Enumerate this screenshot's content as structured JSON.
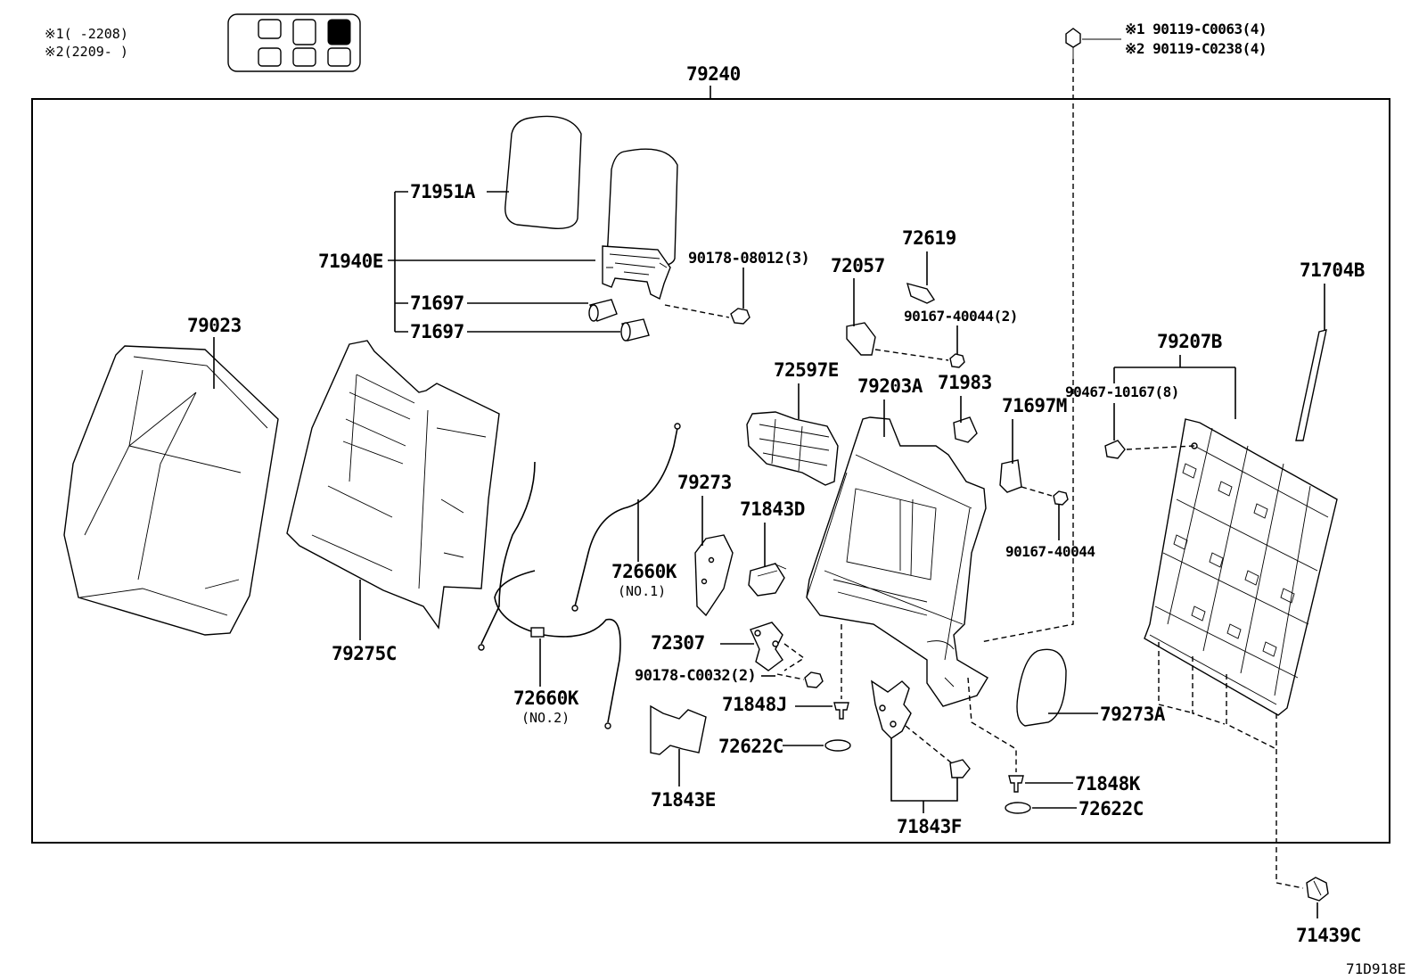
{
  "notes": {
    "note1": "※1(      -2208)",
    "note2": "※2(2209-      )"
  },
  "bolt_notes": {
    "line1": "※1 90119-C0063(4)",
    "line2": "※2 90119-C0238(4)"
  },
  "assembly_label": "79240",
  "labels": {
    "p71951A": "71951A",
    "p71940E": "71940E",
    "p71697a": "71697",
    "p71697b": "71697",
    "p90178_08012": "90178-08012(3)",
    "p72057": "72057",
    "p72619": "72619",
    "p90167_40044_2": "90167-40044(2)",
    "p71704B": "71704B",
    "p79023": "79023",
    "p72597E": "72597E",
    "p79203A": "79203A",
    "p71983": "71983",
    "p71697M": "71697M",
    "p79207B": "79207B",
    "p90467_10167": "90467-10167(8)",
    "p79273": "79273",
    "p71843D": "71843D",
    "p90167_40044": "90167-40044",
    "p72660K_1": "72660K",
    "p72660K_1_sub": "(NO.1)",
    "p72307": "72307",
    "p90178_C0032": "90178-C0032(2)",
    "p79275C": "79275C",
    "p72660K_2": "72660K",
    "p72660K_2_sub": "(NO.2)",
    "p71848J": "71848J",
    "p79273A": "79273A",
    "p72622C_a": "72622C",
    "p71848K": "71848K",
    "p72622C_b": "72622C",
    "p71843E": "71843E",
    "p71843F": "71843F",
    "p71439C": "71439C"
  },
  "diagram_code": "71D918E"
}
